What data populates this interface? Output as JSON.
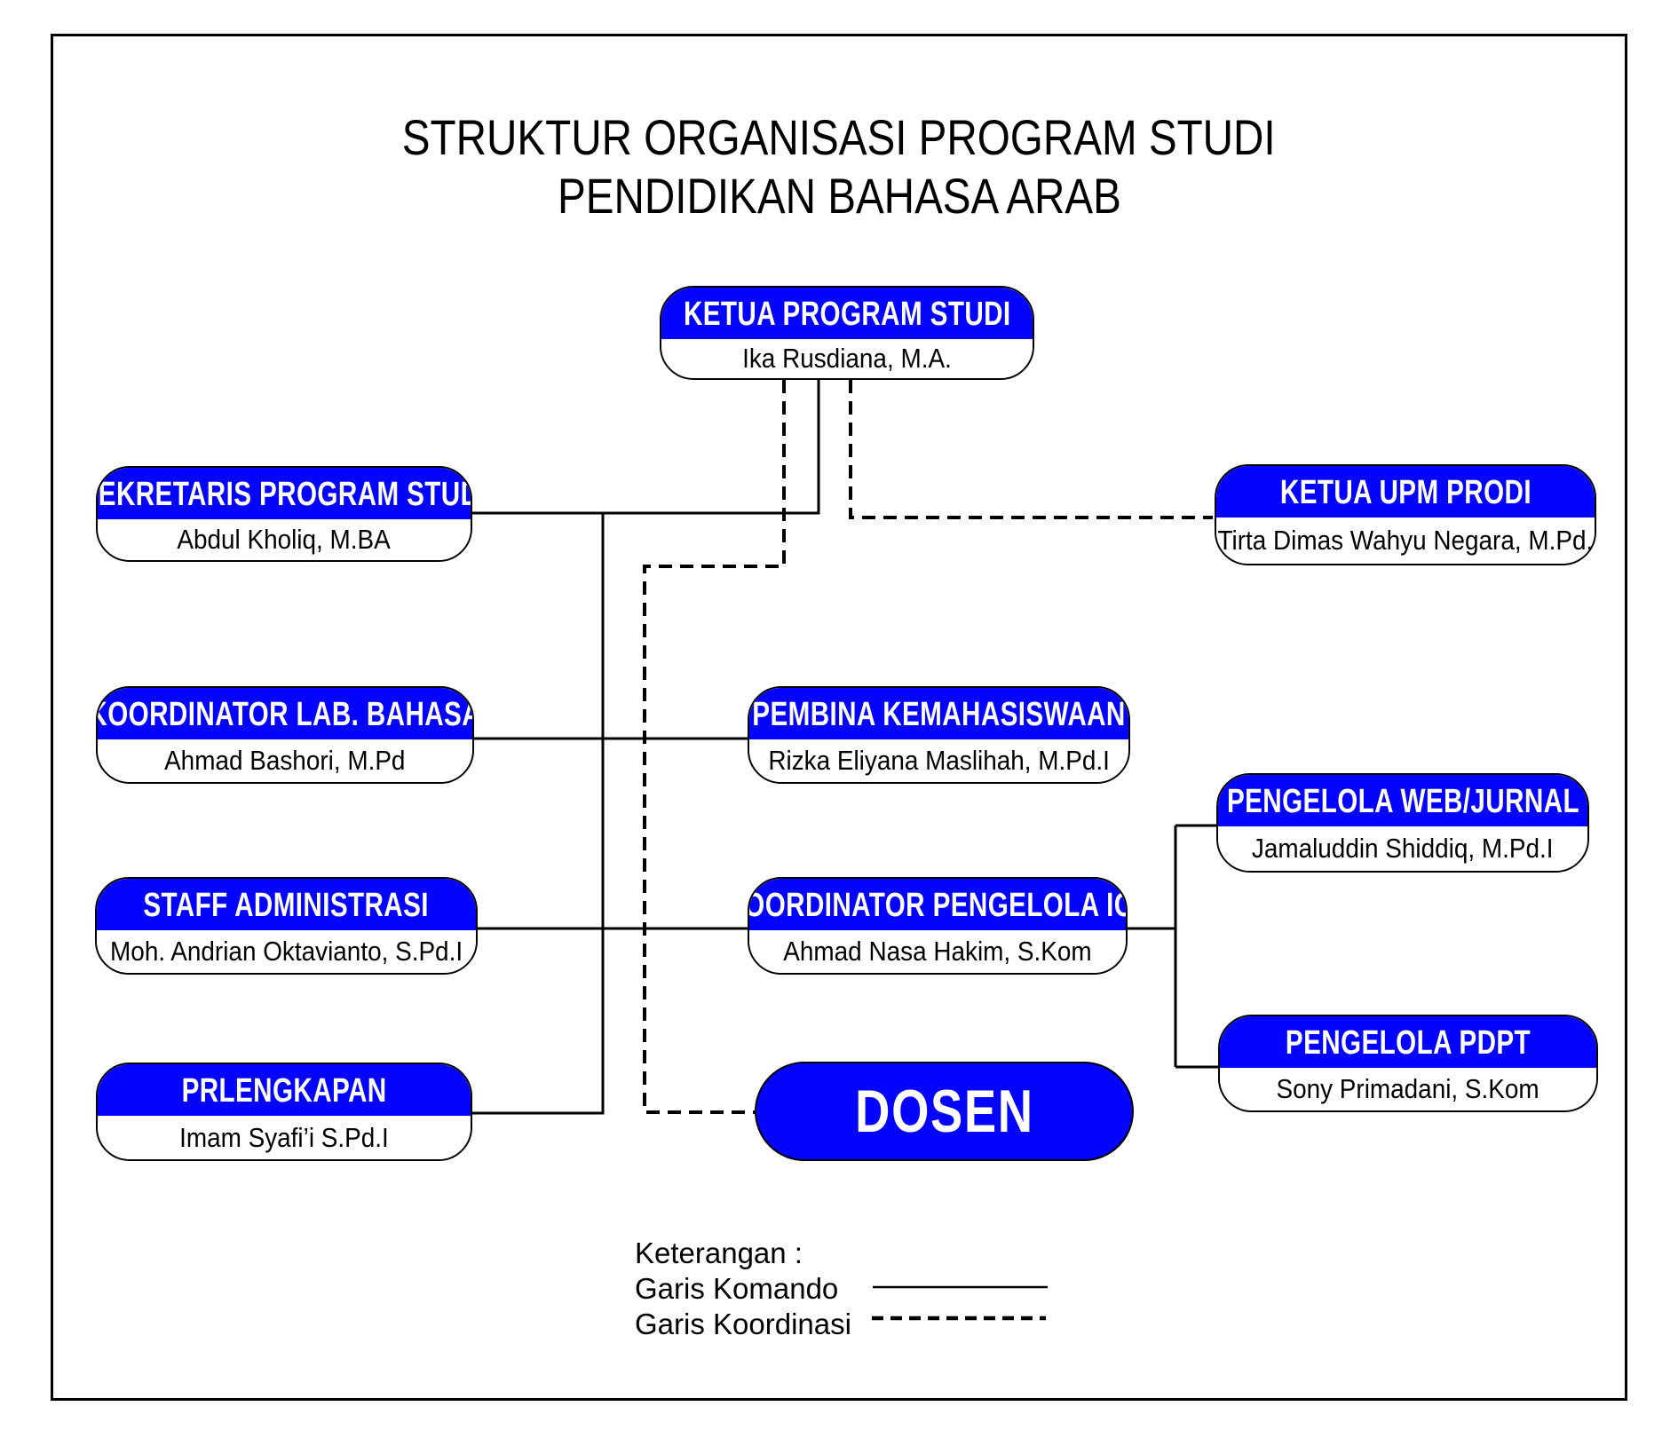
{
  "title": {
    "line1": "STRUKTUR ORGANISASI PROGRAM STUDI",
    "line2": "PENDIDIKAN BAHASA ARAB"
  },
  "nodes": {
    "ketua": {
      "role": "KETUA PROGRAM STUDI",
      "name": "Ika Rusdiana, M.A."
    },
    "sekretaris": {
      "role": "SEKRETARIS PROGRAM STUDI",
      "name": "Abdul Kholiq, M.BA"
    },
    "upm": {
      "role": "KETUA UPM PRODI",
      "name": "Tirta Dimas Wahyu Negara, M.Pd."
    },
    "koorlab": {
      "role": "KOORDINATOR LAB. BAHASA",
      "name": "Ahmad Bashori, M.Pd"
    },
    "pembina": {
      "role": "PEMBINA KEMAHASISWAAN",
      "name": "Rizka Eliyana Maslihah, M.Pd.I"
    },
    "web": {
      "role": "PENGELOLA WEB/JURNAL",
      "name": "Jamaluddin Shiddiq, M.Pd.I"
    },
    "staff": {
      "role": "STAFF ADMINISTRASI",
      "name": "Moh. Andrian Oktavianto, S.Pd.I"
    },
    "ict": {
      "role": "KOORDINATOR PENGELOLA ICT",
      "name": "Ahmad Nasa Hakim, S.Kom"
    },
    "pdpt": {
      "role": "PENGELOLA PDPT",
      "name": "Sony Primadani, S.Kom"
    },
    "prlengkapan": {
      "role": "PRLENGKAPAN",
      "name": "Imam Syafi’i S.Pd.I"
    },
    "dosen": {
      "role": "DOSEN"
    }
  },
  "legend": {
    "heading": "Keterangan :",
    "komando_label": "Garis Komando",
    "koordinasi_label": "Garis Koordinasi"
  },
  "colors": {
    "accent_blue": "#0404fc",
    "line_black": "#000000"
  }
}
